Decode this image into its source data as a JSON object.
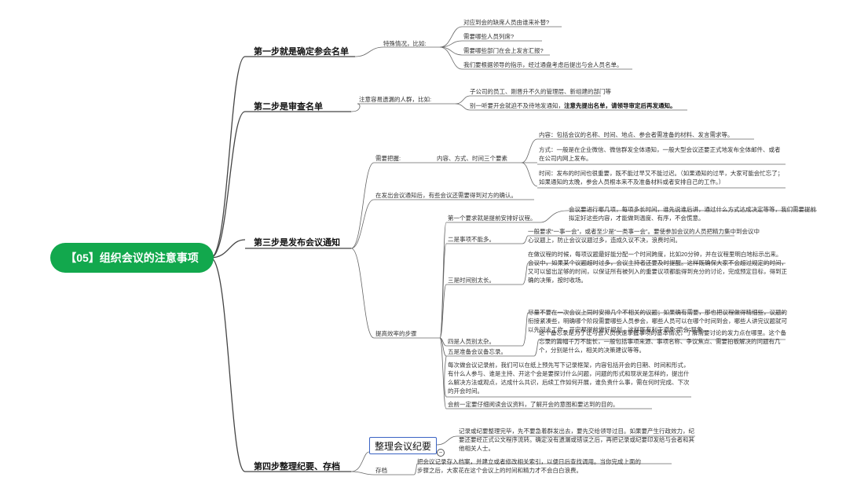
{
  "root": {
    "label": "【05】组织会议的注意事项"
  },
  "branches": [
    {
      "label": "第一步就是确定参会名单",
      "sub": "特殊情况，比如:",
      "items": [
        "对应到会的缺席人员由谁来补替?",
        "需要哪些人员列席?",
        "需要哪些部门在会上发言汇报?",
        "我们要根据领导的指示，经过通盘考虑后提出与会人员名单。"
      ]
    },
    {
      "label": "第二步是审查名单",
      "sub": "注意容易遗漏的人群，比如:",
      "items": [
        "子公司的员工、刚晋升不久的管理层、新组建的部门等",
        "别一听要开会就迫不及待地发通知，"
      ],
      "items_bold": "注意先提出名单，请领导审定后再发通知。"
    },
    {
      "label": "第三步是发布会议通知",
      "grasp": {
        "label": "需要把握:",
        "mid": "内容、方式、时间三个要素",
        "items": [
          "内容：包括会议的名称、时间、地点、参会者需准备的材料、发言需求等。",
          "方式：一般是在企业微信、微信群发全体通知，一般大型会议还要正式地发布全体邮件、或者在公司内网上发布。",
          "时间：发布的时间也很重要，既不能过早又不能过迟。（如果通知的过早，大家可能会忙忘了；如果通知的太晚，参会人员根本来不及准备材料或者安排自己的工作。）"
        ]
      },
      "confirm": "在发出会议通知后，有些会议还需要得到对方的确认。",
      "efficiency": {
        "label": "提高效率的步骤",
        "steps": [
          {
            "label": "第一个要求就是提前安排好议程。",
            "text": "会议要进行哪几项，每项多长时间，谁先说谁后讲，通过什么方式达成决定等等，我们需要提前拟定好这些内容，才能做到温度、有序，不会慌意。"
          },
          {
            "label": "二是事项不能多。",
            "text": "一般要求“一事一会”，或者至少是“一类事一会”。要使参加会议的人员把精力集中到会议中心议题上，防止会议议题过多，造成久议不决，浪费时间。"
          },
          {
            "label": "三是时间别太长。",
            "text": "在做议程的时候，每项议题最好能分配一个时间跨度，比如20分钟，并在议程里明白地标示出来。会议中，如果某个议题超时过多，会议主持者还要及时提醒。这样既确保大家不会超过规定的时间，又可以留出足够的时间，以保证所有被列入的重要议项都能得到充分的讨论，完成预定目标，得到正确的决策，按时收场。"
          },
          {
            "label": "四是人员别太杂。",
            "text": "尽量不要在一次会议上同时安排几个不相关的议题；如果确有需要，那也把议程做得精细些，议题的衔接紧凑些，明确哪个阶段需要哪些人员参会，哪些人员可以在哪个时间到会，哪些人讲完议题就可以先回去工作，开完那提前做好规划，这样既有利于避免“陪会”现象。"
          },
          {
            "label": "五是准备会议备忘录。",
            "text": "这个备忘录是为了让与会人员快速掌握事项的基本情况，了解需要讨论的发力点在哪里。这个备忘录的篇幅千万不能长，一般包括事项来源、事项名称、争议焦点、需要拍板解决的问题有几个，分别是什么，相关的决策建议等等。"
          }
        ],
        "record": "每次做会议记录前，我们可以在纸上预先写下记录框架，内容包括开会的日期、时间和形式，有什么人参与、谁是主持、开这个会是要探讨什么问题，问题的形式和现状是怎样的，提出什么解决方法或观点，达成什么共识，后续工作如何开展，谁负责什么事，需在何时完成、下次的开会时间。",
        "prepare": "会前一定要仔细阅读会议资料，了解开会的意图和要达到的目的。"
      }
    },
    {
      "label": "第四步整理纪要、存档",
      "minutes": {
        "label": "整理会议纪要",
        "text": "记录或纪要整理完毕，先不要急着群发出去，要先交给领导过目。如果要产生行政效力，纪要还要经正式公文程序流转。确定没有遗漏或错误之后，再把记录或纪要印发给与会者和其他相关人士。"
      },
      "archive": {
        "label": "存档",
        "text": "把会议记录存入档案，并建立或者修改相关索引，以便日后查找调用。当你完成上面的步骤之后，大家花在这个会议上的时间和精力才不会白白浪费。"
      }
    }
  ],
  "selection_handle": "−",
  "colors": {
    "root_bg": "#12a84d",
    "line": "#444444",
    "select_border": "#3a63c4"
  }
}
